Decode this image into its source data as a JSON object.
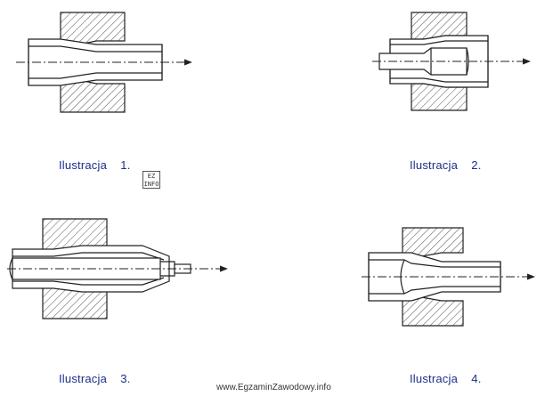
{
  "captions": {
    "ill1": "Ilustracja    1.",
    "ill2": "Ilustracja    2.",
    "ill3": "Ilustracja    3.",
    "ill4": "Ilustracja    4."
  },
  "footer": "www.EgzaminZawodowy.info",
  "logo": "EZ INFO",
  "colors": {
    "caption": "#1b2f8a",
    "line": "#222222",
    "hatch": "#555555"
  }
}
